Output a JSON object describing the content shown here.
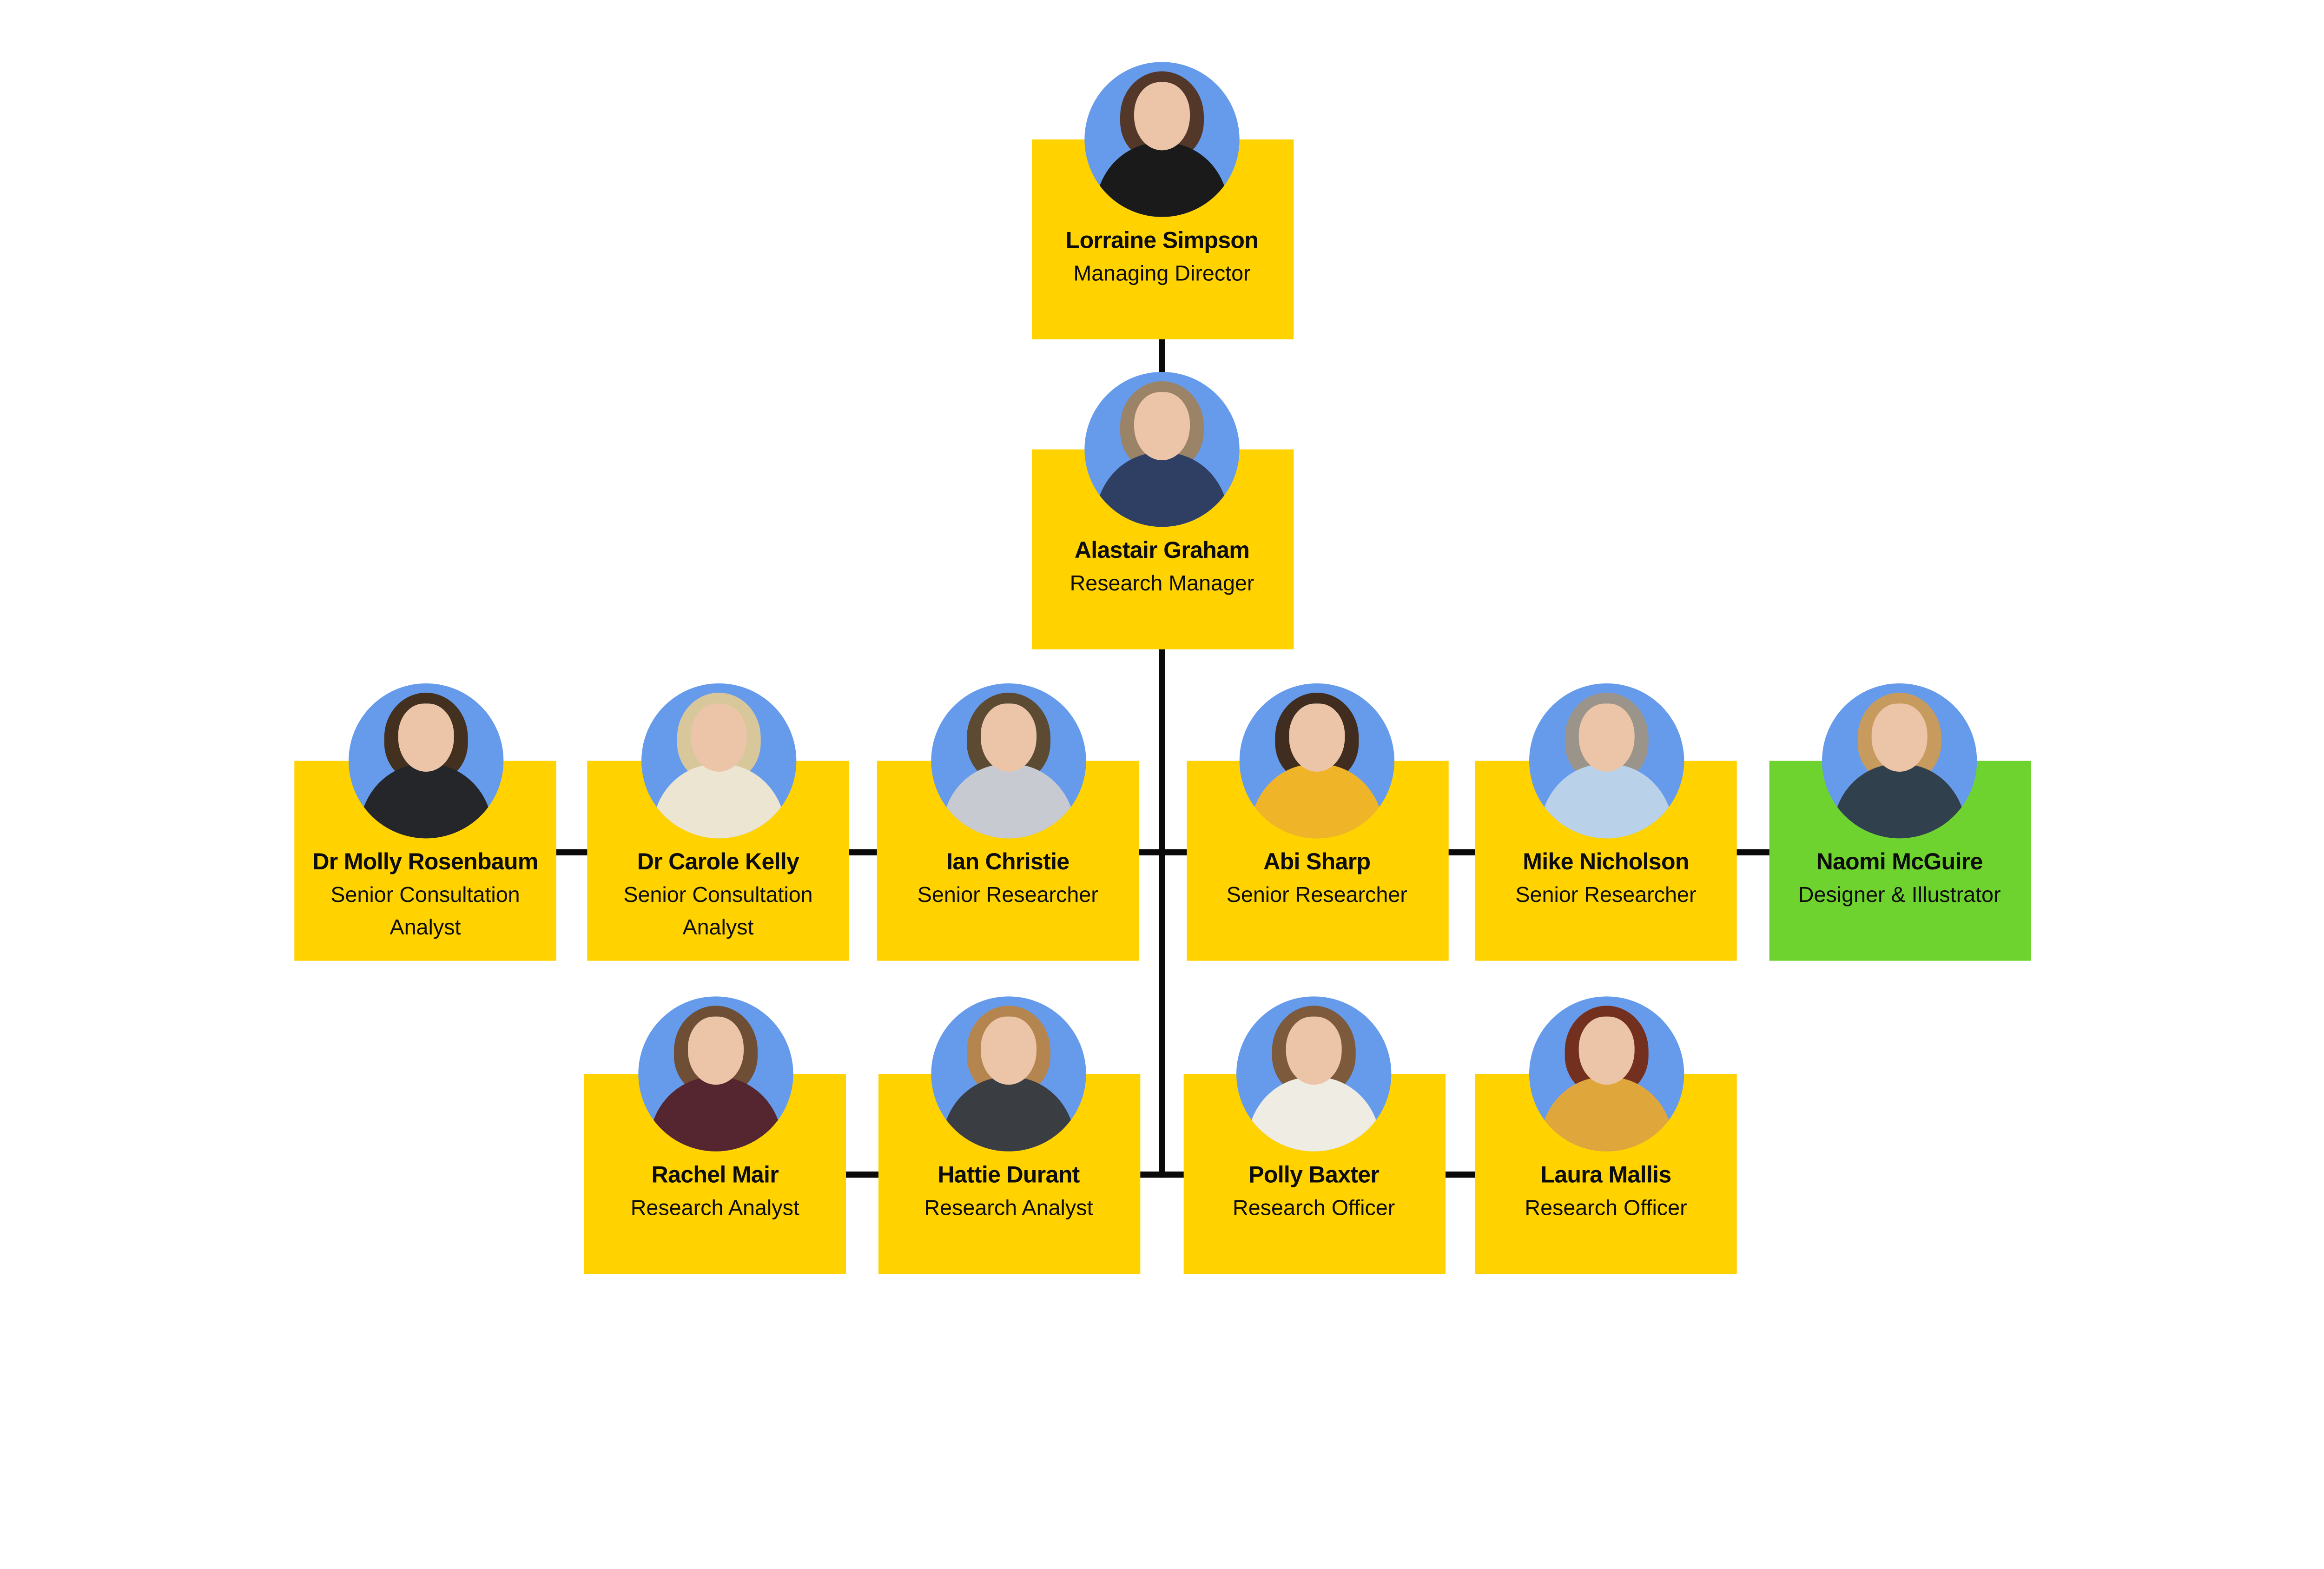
{
  "palette": {
    "background": "#FFFFFF",
    "card_yellow": "#FFD200",
    "card_green": "#6FD32F",
    "portrait_circle_blue": "#669BEC",
    "connector_black": "#0A0A0A",
    "text_black": "#0D0D0D",
    "skin_tone": "#ECC5A8"
  },
  "org": {
    "levels": [
      {
        "people": [
          {
            "name": "Lorraine Simpson",
            "title": "Managing Director",
            "card": "yellow",
            "avatar": {
              "hair": "#53382A",
              "shirt": "#1A1A1A"
            }
          }
        ]
      },
      {
        "people": [
          {
            "name": "Alastair Graham",
            "title": "Research Manager",
            "card": "yellow",
            "avatar": {
              "hair": "#9A8366",
              "shirt": "#2E3F63"
            }
          }
        ]
      },
      {
        "people": [
          {
            "name": "Dr Molly Rosenbaum",
            "title": "Senior Consultation Analyst",
            "card": "yellow",
            "avatar": {
              "hair": "#43301F",
              "shirt": "#24262A"
            }
          },
          {
            "name": "Dr Carole Kelly",
            "title": "Senior Consultation Analyst",
            "card": "yellow",
            "avatar": {
              "hair": "#D9C79C",
              "shirt": "#ECE5D2"
            }
          },
          {
            "name": "Ian Christie",
            "title": "Senior Researcher",
            "card": "yellow",
            "avatar": {
              "hair": "#5D4A33",
              "shirt": "#C7CAD0"
            }
          },
          {
            "name": "Abi Sharp",
            "title": "Senior Researcher",
            "card": "yellow",
            "avatar": {
              "hair": "#402D1F",
              "shirt": "#F0B428"
            }
          },
          {
            "name": "Mike Nicholson",
            "title": "Senior Researcher",
            "card": "yellow",
            "avatar": {
              "hair": "#9A948A",
              "shirt": "#B9D2EA"
            }
          },
          {
            "name": "Naomi McGuire",
            "title": "Designer & Illustrator",
            "card": "green",
            "avatar": {
              "hair": "#C79A5E",
              "shirt": "#30404D"
            }
          }
        ]
      },
      {
        "people": [
          {
            "name": "Rachel Mair",
            "title": "Research Analyst",
            "card": "yellow",
            "avatar": {
              "hair": "#6E4E35",
              "shirt": "#55262F"
            }
          },
          {
            "name": "Hattie Durant",
            "title": "Research Analyst",
            "card": "yellow",
            "avatar": {
              "hair": "#B5854F",
              "shirt": "#3A3D42"
            }
          },
          {
            "name": "Polly Baxter",
            "title": "Research Officer",
            "card": "yellow",
            "avatar": {
              "hair": "#7C5A3B",
              "shirt": "#EFECE3"
            }
          },
          {
            "name": "Laura Mallis",
            "title": "Research Officer",
            "card": "yellow",
            "avatar": {
              "hair": "#73301F",
              "shirt": "#DFA63B"
            }
          }
        ]
      }
    ]
  }
}
